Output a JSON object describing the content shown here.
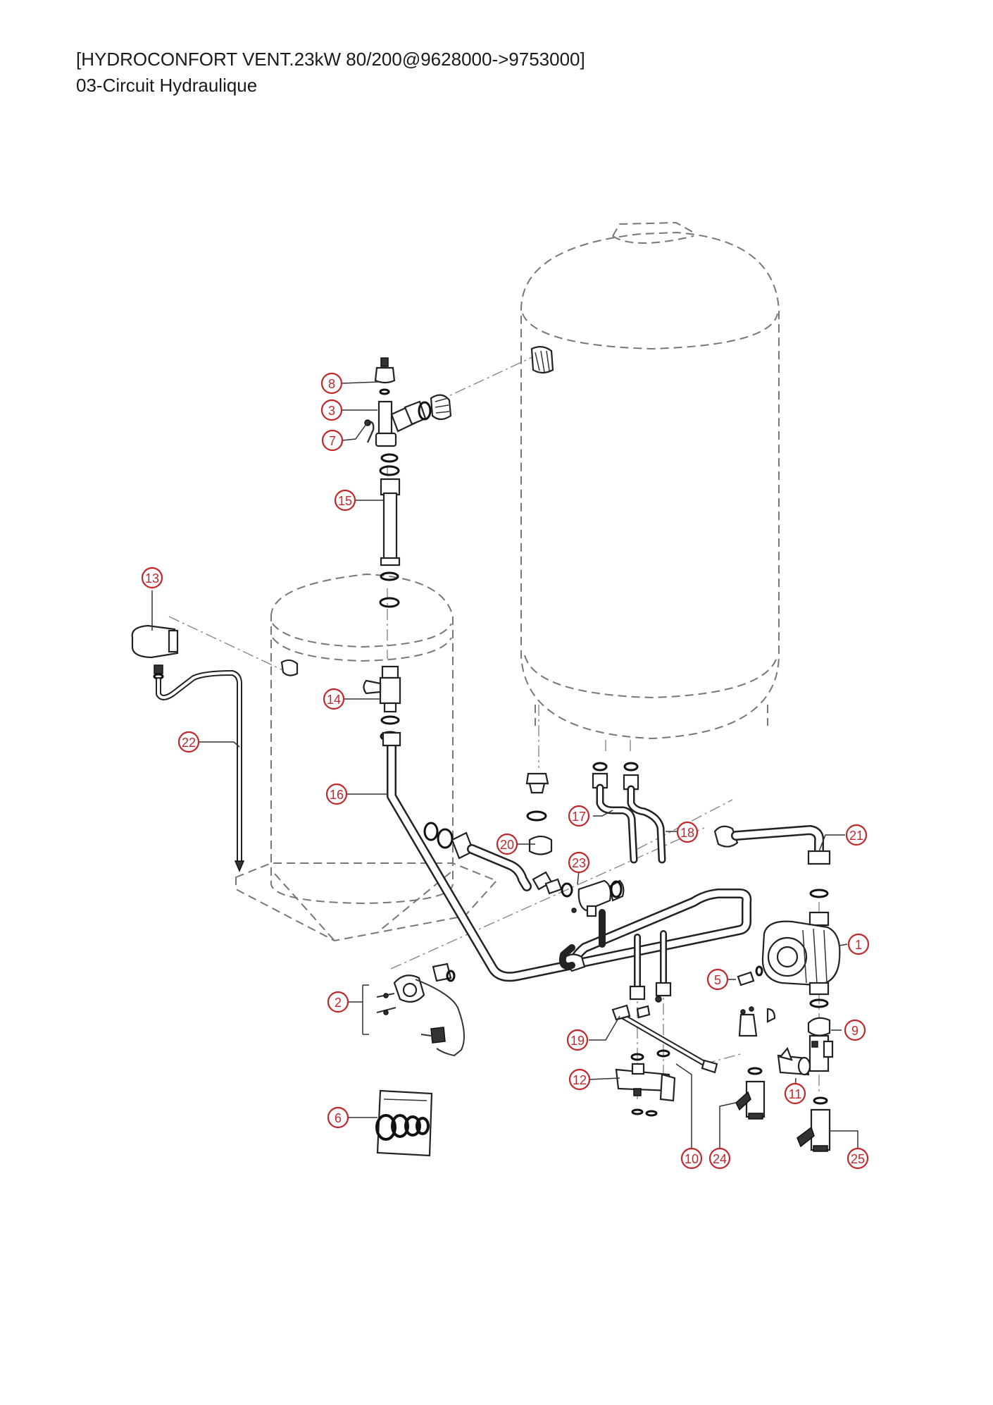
{
  "header": {
    "model_line": "[HYDROCONFORT VENT.23kW 80/200@9628000->9753000]",
    "section_line": "03-Circuit Hydraulique"
  },
  "callouts": [
    {
      "id": "1",
      "label": "1"
    },
    {
      "id": "2",
      "label": "2"
    },
    {
      "id": "3",
      "label": "3"
    },
    {
      "id": "5",
      "label": "5"
    },
    {
      "id": "6",
      "label": "6"
    },
    {
      "id": "7",
      "label": "7"
    },
    {
      "id": "8",
      "label": "8"
    },
    {
      "id": "9",
      "label": "9"
    },
    {
      "id": "10",
      "label": "10"
    },
    {
      "id": "11",
      "label": "11"
    },
    {
      "id": "12",
      "label": "12"
    },
    {
      "id": "13",
      "label": "13"
    },
    {
      "id": "14",
      "label": "14"
    },
    {
      "id": "15",
      "label": "15"
    },
    {
      "id": "16",
      "label": "16"
    },
    {
      "id": "17",
      "label": "17"
    },
    {
      "id": "18",
      "label": "18"
    },
    {
      "id": "19",
      "label": "19"
    },
    {
      "id": "20",
      "label": "20"
    },
    {
      "id": "21",
      "label": "21"
    },
    {
      "id": "22",
      "label": "22"
    },
    {
      "id": "23",
      "label": "23"
    },
    {
      "id": "24",
      "label": "24"
    },
    {
      "id": "25",
      "label": "25"
    }
  ],
  "colors": {
    "callout_red": "#c0282b",
    "line_dark": "#222222",
    "dash_gray": "#777777",
    "background": "#ffffff"
  }
}
